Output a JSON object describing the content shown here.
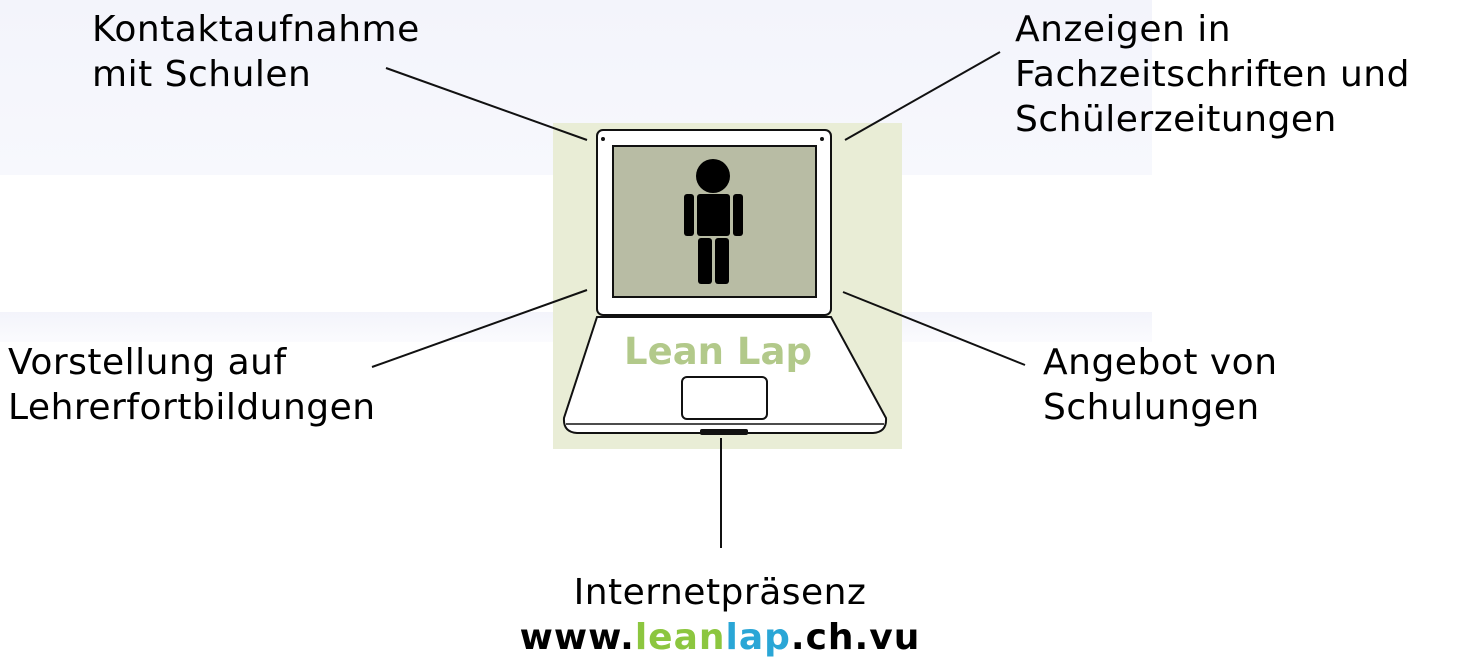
{
  "labels": {
    "top_left": [
      "Kontaktaufnahme",
      "mit Schulen"
    ],
    "top_right": [
      "Anzeigen in",
      "Fachzeitschriften und",
      "Schülerzeitungen"
    ],
    "mid_left": [
      "Vorstellung auf",
      "Lehrerfortbildungen"
    ],
    "mid_right": [
      "Angebot von",
      "Schulungen"
    ],
    "bottom": {
      "line1": "Internetpräsenz",
      "url_prefix": "www.",
      "url_lean": "lean",
      "url_lap": "lap",
      "url_suffix": ".ch.vu"
    }
  },
  "laptop": {
    "logo_text": "Lean Lap",
    "icon": "person-icon"
  },
  "colors": {
    "tile_background": "#e9edd6",
    "screen": "#b8bca4",
    "logo": "#b2c98a",
    "url_lean": "#8cc63f",
    "url_lap": "#2aa6d6"
  }
}
